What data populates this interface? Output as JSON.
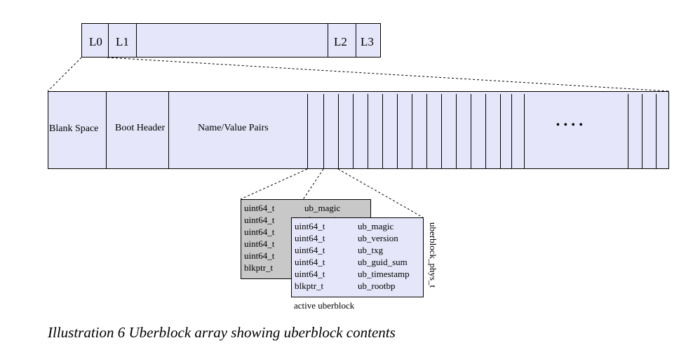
{
  "label_bar": {
    "labels": [
      "L0",
      "L1",
      "L2",
      "L3"
    ]
  },
  "label_sections": {
    "blank_space": "Blank Space",
    "boot_header": "Boot Header",
    "name_value_pairs": "Name/Value Pairs",
    "ellipsis": "••••"
  },
  "uberblock": {
    "back_fields": [
      {
        "type": "uint64_t",
        "name": "ub_magic"
      },
      {
        "type": "uint64_t",
        "name": "ub_version"
      },
      {
        "type": "uint64_t",
        "name": ""
      },
      {
        "type": "uint64_t",
        "name": ""
      },
      {
        "type": "uint64_t",
        "name": ""
      },
      {
        "type": "blkptr_t",
        "name": ""
      }
    ],
    "front_fields": [
      {
        "type": "uint64_t",
        "name": "ub_magic"
      },
      {
        "type": "uint64_t",
        "name": "ub_version"
      },
      {
        "type": "uint64_t",
        "name": "ub_txg"
      },
      {
        "type": "uint64_t",
        "name": "ub_guid_sum"
      },
      {
        "type": "uint64_t",
        "name": "ub_timestamp"
      },
      {
        "type": "blkptr_t",
        "name": "ub_rootbp"
      }
    ],
    "struct_name": "uberblock_phys_t",
    "active_label": "active uberblock"
  },
  "caption": "Illustration 6 Uberblock array showing uberblock contents",
  "colors": {
    "fill": "#e6e6fa",
    "back_fill": "#c8c8c8",
    "stroke": "#000000"
  }
}
